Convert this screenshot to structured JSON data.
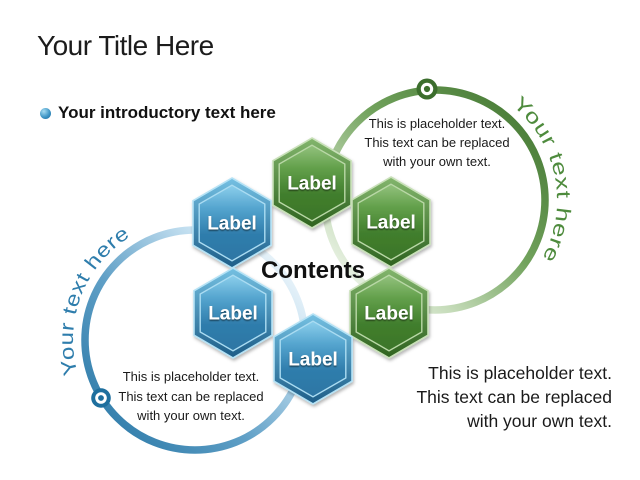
{
  "slide": {
    "title": "Your Title Here",
    "intro_text": "Your introductory text here"
  },
  "diagram": {
    "center_label": "Contents",
    "hexagons": [
      {
        "position": "top",
        "color": "green",
        "label": "Label"
      },
      {
        "position": "top-right",
        "color": "green",
        "label": "Label"
      },
      {
        "position": "bottom-right",
        "color": "green",
        "label": "Label"
      },
      {
        "position": "top-left",
        "color": "blue",
        "label": "Label"
      },
      {
        "position": "bottom-left",
        "color": "blue",
        "label": "Label"
      },
      {
        "position": "bottom",
        "color": "blue",
        "label": "Label"
      }
    ],
    "arcs": {
      "green": {
        "text": "Your text here",
        "color": "#4e8b3d",
        "node_icon": "ring-node-icon"
      },
      "blue": {
        "text": "Your text here",
        "color": "#2e7dac",
        "node_icon": "ring-node-icon"
      }
    }
  },
  "placeholders": {
    "top": {
      "lines": [
        "This is placeholder text.",
        "This text can be replaced",
        "with your own text."
      ]
    },
    "bottom_left": {
      "lines": [
        "This is placeholder text.",
        "This text can be replaced",
        "with your own text."
      ]
    },
    "bottom_right": {
      "lines": [
        "This is placeholder text.",
        "This text can be replaced",
        "with your own text."
      ]
    }
  },
  "colors": {
    "hex_blue": "#2f7dac",
    "hex_green": "#417e2d",
    "arc_blue": "#2e7dac",
    "arc_green": "#4e8b3d",
    "text": "#1a1a1a"
  }
}
